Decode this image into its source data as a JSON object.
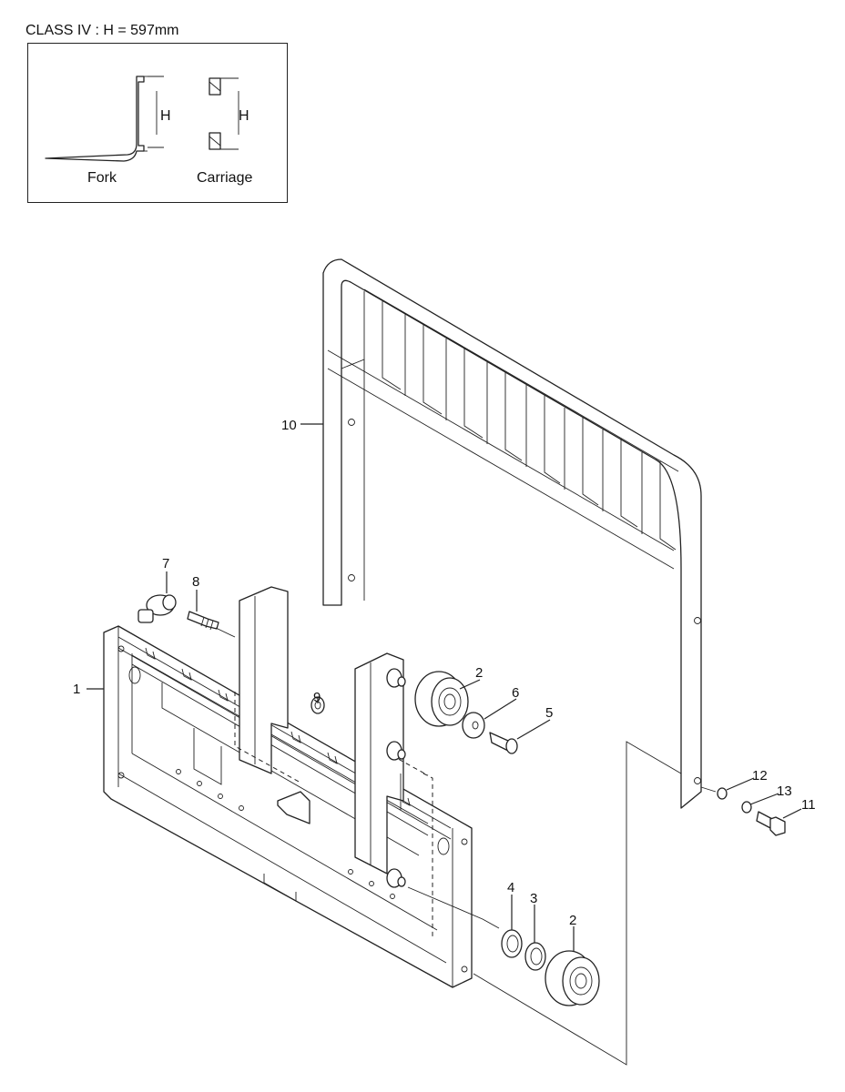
{
  "header": {
    "title": "CLASS IV : H = 597mm"
  },
  "legend": {
    "fork_label": "Fork",
    "carriage_label": "Carriage",
    "fork_h_label": "H",
    "carriage_h_label": "H"
  },
  "callouts": [
    "1",
    "2",
    "3",
    "4",
    "5",
    "6",
    "7",
    "8",
    "9",
    "10",
    "11",
    "12",
    "13"
  ]
}
